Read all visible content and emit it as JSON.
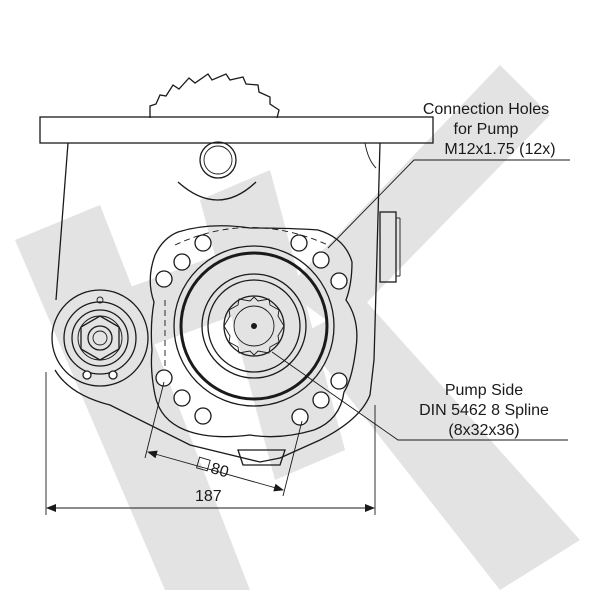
{
  "watermark": {
    "letters": "HK",
    "color": "#e3e3e3"
  },
  "annotations": {
    "connection_holes": {
      "line1": "Connection Holes",
      "line2": "for Pump",
      "line3": "M12x1.75 (12x)"
    },
    "pump_side": {
      "line1": "Pump Side",
      "line2": "DIN 5462 8 Spline",
      "line3": "(8x32x36)"
    }
  },
  "dimensions": {
    "bolt_square": "80",
    "bolt_square_symbol": "square",
    "overall_width": "187"
  },
  "colors": {
    "ink": "#1a1a1a",
    "background": "#ffffff"
  }
}
